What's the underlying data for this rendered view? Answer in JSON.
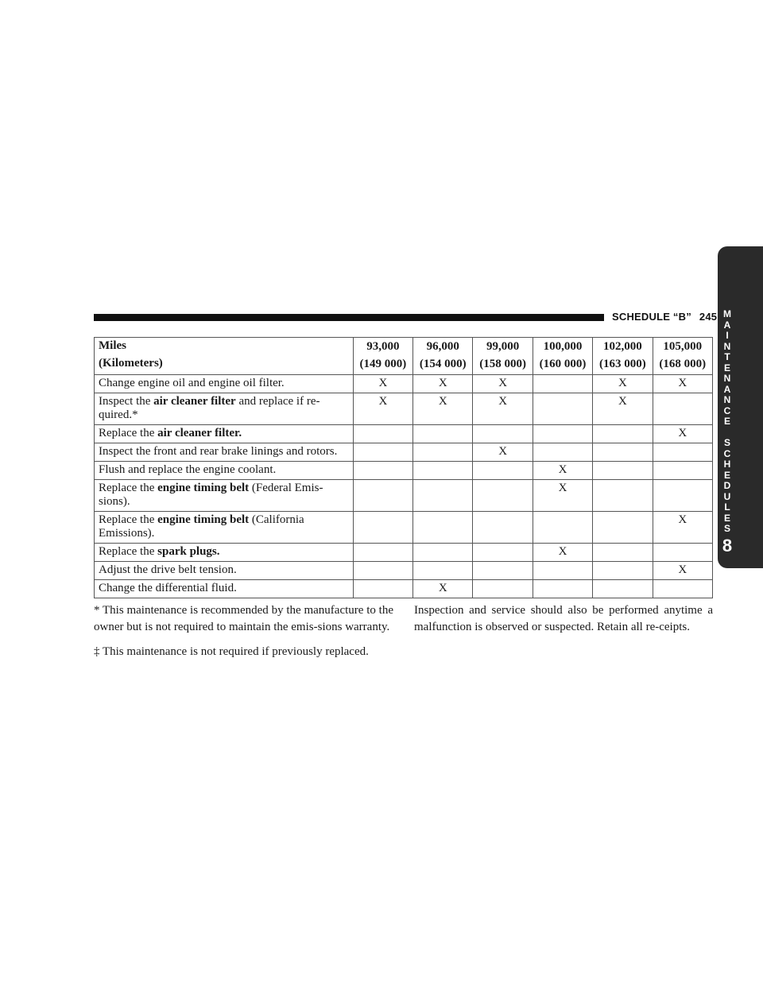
{
  "header": {
    "title": "SCHEDULE “B”",
    "page_number": "245"
  },
  "side_tab": {
    "word1": [
      "M",
      "A",
      "I",
      "N",
      "T",
      "E",
      "N",
      "A",
      "N",
      "C",
      "E"
    ],
    "word2": [
      "S",
      "C",
      "H",
      "E",
      "D",
      "U",
      "L",
      "E",
      "S"
    ],
    "chapter": "8"
  },
  "table": {
    "col_header_line1": "Miles",
    "col_header_line2": "(Kilometers)",
    "intervals": [
      {
        "miles": "93,000",
        "km": "(149 000)"
      },
      {
        "miles": "96,000",
        "km": "(154 000)"
      },
      {
        "miles": "99,000",
        "km": "(158 000)"
      },
      {
        "miles": "100,000",
        "km": "(160 000)"
      },
      {
        "miles": "102,000",
        "km": "(163 000)"
      },
      {
        "miles": "105,000",
        "km": "(168 000)"
      }
    ],
    "rows": [
      {
        "parts": [
          {
            "text": "Change engine oil and engine oil filter.",
            "bold": false
          }
        ],
        "marks": [
          "X",
          "X",
          "X",
          "",
          "X",
          "X"
        ]
      },
      {
        "parts": [
          {
            "text": "Inspect the ",
            "bold": false
          },
          {
            "text": "air cleaner filter",
            "bold": true
          },
          {
            "text": " and replace if re-quired.*",
            "bold": false
          }
        ],
        "marks": [
          "X",
          "X",
          "X",
          "",
          "X",
          ""
        ]
      },
      {
        "parts": [
          {
            "text": "Replace the ",
            "bold": false
          },
          {
            "text": "air cleaner filter.",
            "bold": true
          }
        ],
        "marks": [
          "",
          "",
          "",
          "",
          "",
          "X"
        ]
      },
      {
        "parts": [
          {
            "text": "Inspect the front and rear brake linings and rotors.",
            "bold": false
          }
        ],
        "marks": [
          "",
          "",
          "X",
          "",
          "",
          ""
        ]
      },
      {
        "parts": [
          {
            "text": "Flush and replace the engine coolant.",
            "bold": false
          }
        ],
        "marks": [
          "",
          "",
          "",
          "X",
          "",
          ""
        ]
      },
      {
        "parts": [
          {
            "text": "Replace the ",
            "bold": false
          },
          {
            "text": "engine timing belt",
            "bold": true
          },
          {
            "text": " (Federal Emis-sions).",
            "bold": false
          }
        ],
        "marks": [
          "",
          "",
          "",
          "X",
          "",
          ""
        ]
      },
      {
        "parts": [
          {
            "text": "Replace the ",
            "bold": false
          },
          {
            "text": "engine timing belt",
            "bold": true
          },
          {
            "text": " (California Emissions).",
            "bold": false
          }
        ],
        "marks": [
          "",
          "",
          "",
          "",
          "",
          "X"
        ]
      },
      {
        "parts": [
          {
            "text": "Replace the ",
            "bold": false
          },
          {
            "text": "spark plugs.",
            "bold": true
          }
        ],
        "marks": [
          "",
          "",
          "",
          "X",
          "",
          ""
        ]
      },
      {
        "parts": [
          {
            "text": "Adjust the drive belt tension.",
            "bold": false
          }
        ],
        "marks": [
          "",
          "",
          "",
          "",
          "",
          "X"
        ]
      },
      {
        "parts": [
          {
            "text": "Change the differential fluid.",
            "bold": false
          }
        ],
        "marks": [
          "",
          "X",
          "",
          "",
          "",
          ""
        ]
      }
    ]
  },
  "notes": {
    "asterisk_note": "* This maintenance is recommended by the manufacture to the owner but is not required to maintain the emis-sions warranty.",
    "dagger_note": "‡ This maintenance is not required if previously replaced.",
    "service_note": "Inspection and service should also be performed anytime a malfunction is observed or suspected. Retain all re-ceipts."
  }
}
